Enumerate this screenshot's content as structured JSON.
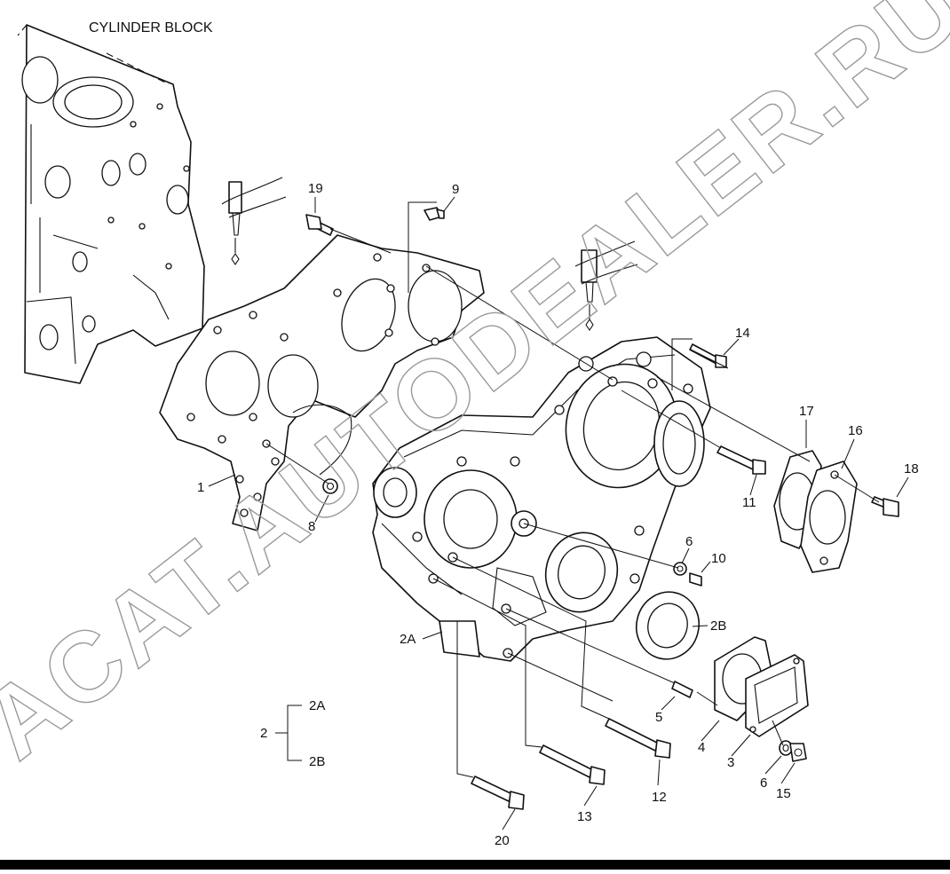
{
  "title": "CYLINDER BLOCK",
  "watermark": "ACAT.AUTODEALER.RU",
  "group": {
    "parent": "2",
    "children": [
      "2A",
      "2B"
    ]
  },
  "callouts": [
    "19",
    "9",
    "14",
    "17",
    "16",
    "18",
    "1",
    "8",
    "11",
    "6",
    "10",
    "2B",
    "2A",
    "5",
    "4",
    "3",
    "6",
    "15",
    "12",
    "13",
    "20"
  ]
}
